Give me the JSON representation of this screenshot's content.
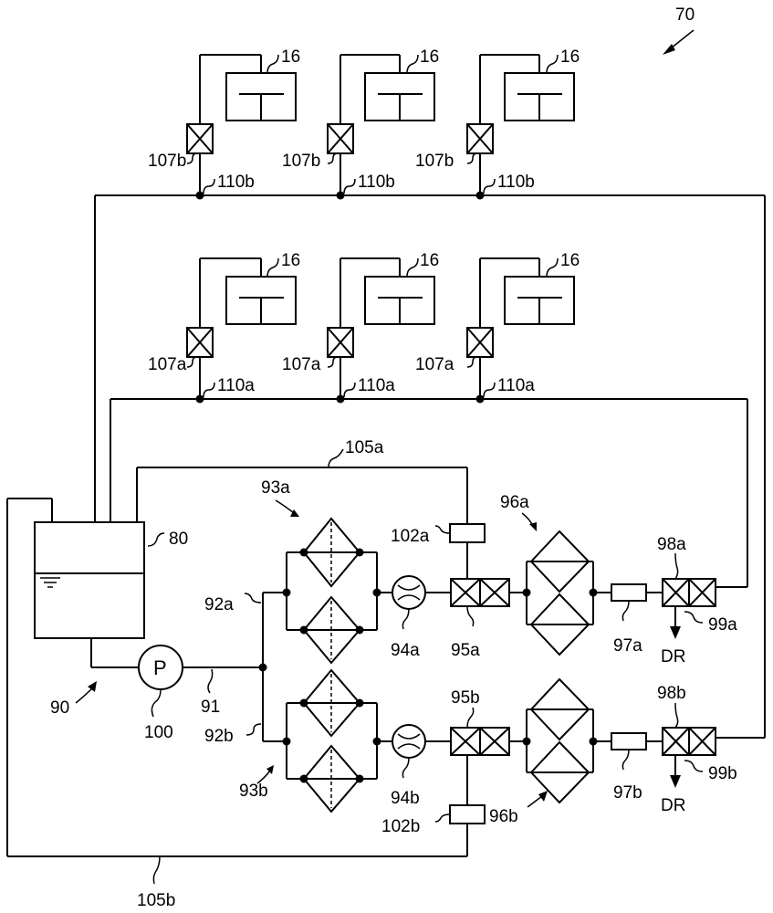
{
  "figure": {
    "ref_system": "70",
    "tank": "80",
    "circuit": "90",
    "pipe_main": "91",
    "branch_a": "92a",
    "branch_b": "92b",
    "filter_a": "93a",
    "filter_b": "93b",
    "flow_a": "94a",
    "flow_b": "94b",
    "valve95_a": "95a",
    "valve95_b": "95b",
    "exch_a": "96a",
    "exch_b": "96b",
    "sensor97_a": "97a",
    "sensor97_b": "97b",
    "valve98_a": "98a",
    "valve98_b": "98b",
    "drain99_a": "99a",
    "drain99_b": "99b",
    "pump": "100",
    "pump_symbol": "P",
    "sensor102_a": "102a",
    "sensor102_b": "102b",
    "return_a": "105a",
    "return_b": "105b",
    "unit": "16",
    "valve_top": "107b",
    "valve_mid": "107a",
    "line_top": "110b",
    "line_mid": "110a",
    "drain": "DR"
  },
  "colors": {
    "line": "#000000",
    "background": "#ffffff"
  }
}
